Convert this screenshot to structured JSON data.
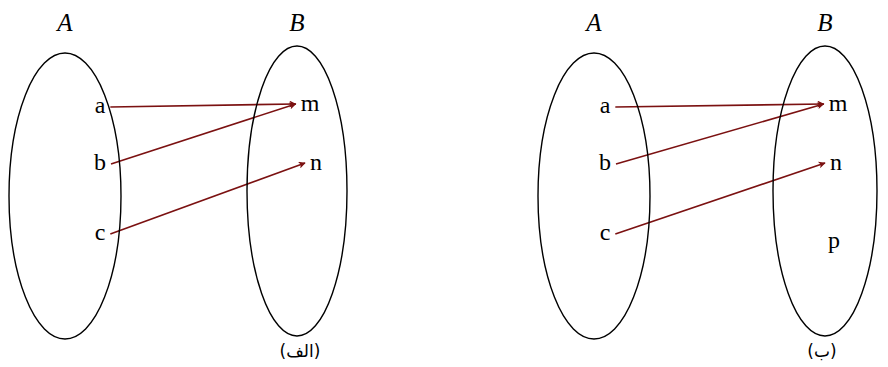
{
  "diagram": {
    "nodes": [
      {
        "text": [
          "A"
        ]
      },
      {
        "text": [
          "a"
        ],
        "in": 0
      },
      {
        "text": [
          "b"
        ],
        "in": 0
      },
      {
        "text": [
          "c"
        ],
        "in": 0
      },
      {
        "text": [
          "B"
        ]
      },
      {
        "text": [
          "m"
        ],
        "in": 4
      },
      {
        "text": [
          "n"
        ],
        "in": 4
      },
      {
        "text": [
          "A"
        ]
      },
      {
        "text": [
          "a"
        ],
        "in": 7
      },
      {
        "text": [
          "b"
        ],
        "in": 7
      },
      {
        "text": [
          "c"
        ],
        "in": 7
      },
      {
        "text": [
          "B"
        ]
      },
      {
        "text": [
          "m"
        ],
        "in": 11
      },
      {
        "text": [
          "n"
        ],
        "in": 11
      },
      {
        "text": [
          "p"
        ],
        "in": 11
      }
    ],
    "edges": [
      {
        "from": 1,
        "to": 5,
        "arrow": "to"
      },
      {
        "from": 2,
        "to": 5,
        "arrow": "to"
      },
      {
        "from": 3,
        "to": 6,
        "arrow": "to"
      },
      {
        "from": 8,
        "to": 12,
        "arrow": "to"
      },
      {
        "from": 9,
        "to": 12,
        "arrow": "to"
      },
      {
        "from": 10,
        "to": 13,
        "arrow": "to"
      }
    ],
    "labels": [
      "(الف)",
      "(ب)"
    ]
  }
}
